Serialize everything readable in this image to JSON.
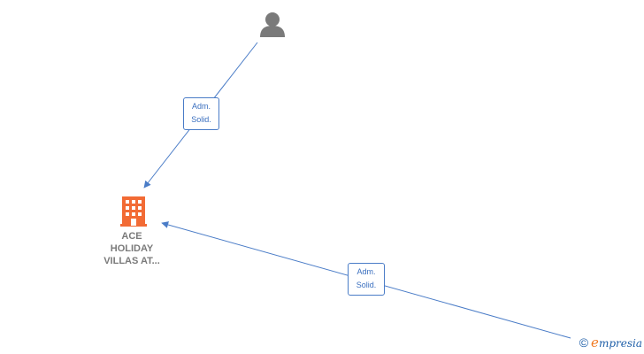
{
  "nodes": {
    "person": {
      "kind": "person-icon"
    },
    "company": {
      "kind": "building-icon",
      "label_lines": [
        "ACE",
        "HOLIDAY",
        "VILLAS AT..."
      ]
    }
  },
  "edges": [
    {
      "from": "person",
      "to": "company",
      "label_lines": [
        "Adm.",
        "Solid."
      ]
    },
    {
      "from": "external",
      "to": "company",
      "label_lines": [
        "Adm.",
        "Solid."
      ]
    }
  ],
  "colors": {
    "edge": "#4a7cc7",
    "company_icon": "#f26b35",
    "person_icon": "#7a7a7a"
  },
  "brand": {
    "copyright": "©",
    "initial": "e",
    "rest": "mpresia"
  }
}
